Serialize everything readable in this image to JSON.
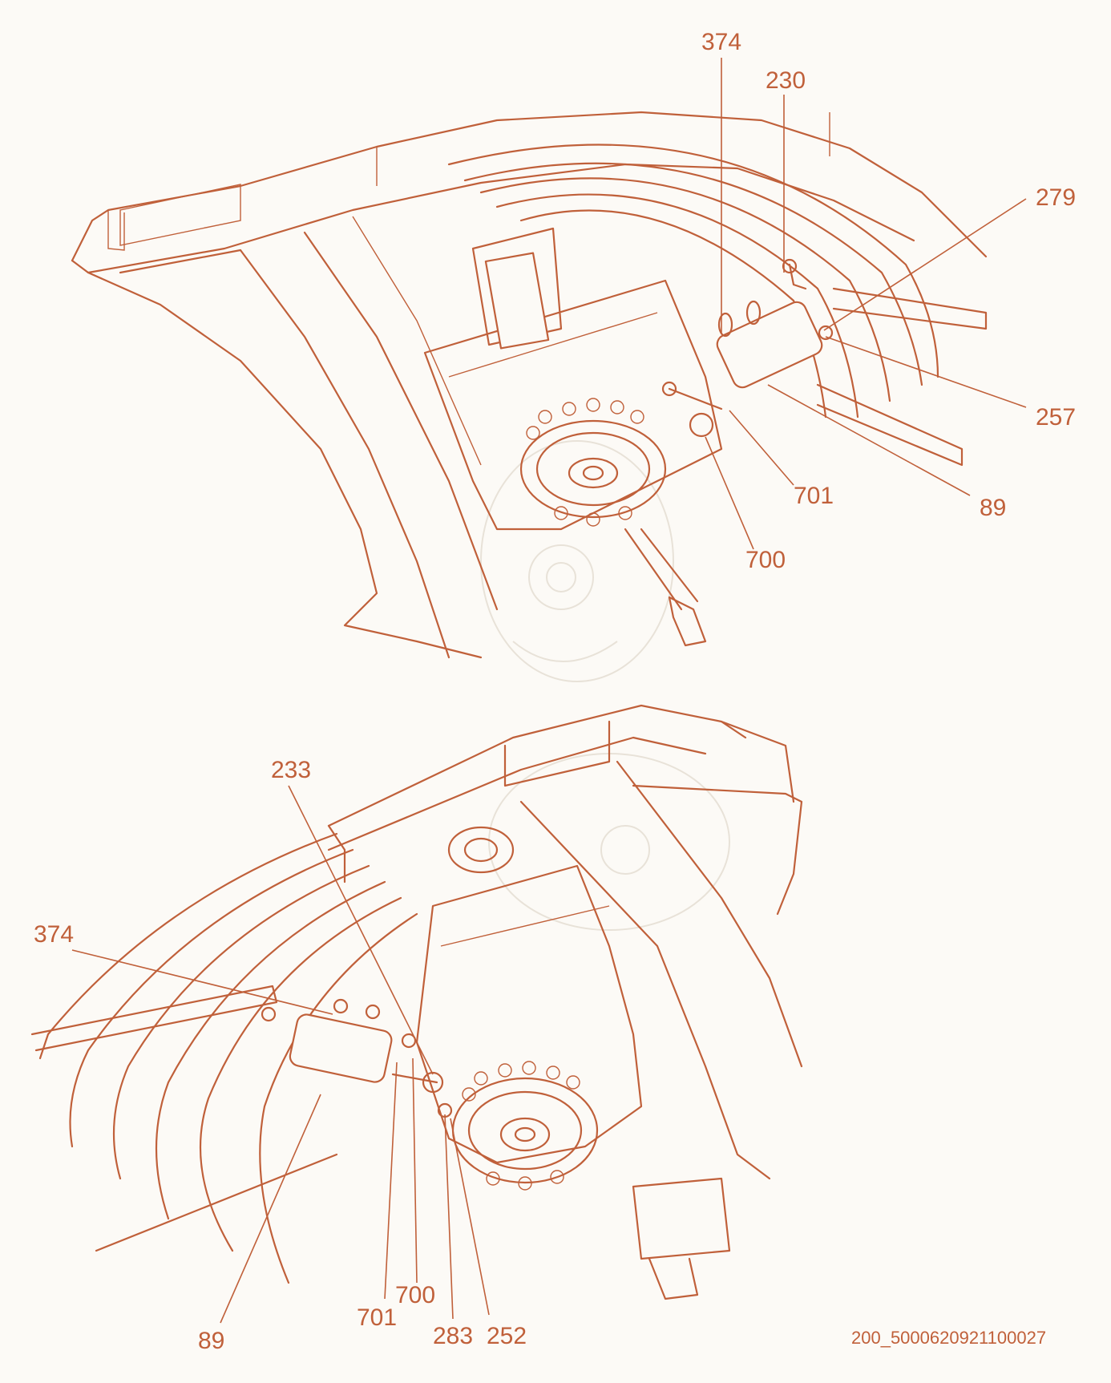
{
  "diagram": {
    "reference_code": "200_5000620921100027",
    "colors": {
      "line": "#c0603a",
      "background": "#fcfaf6",
      "watermark": "#e8e2d8"
    },
    "upper_view": {
      "callouts": [
        {
          "label": "374"
        },
        {
          "label": "230"
        },
        {
          "label": "279"
        },
        {
          "label": "257"
        },
        {
          "label": "89"
        },
        {
          "label": "701"
        },
        {
          "label": "700"
        }
      ]
    },
    "lower_view": {
      "callouts": [
        {
          "label": "233"
        },
        {
          "label": "374"
        },
        {
          "label": "700"
        },
        {
          "label": "701"
        },
        {
          "label": "89"
        },
        {
          "label": "283"
        },
        {
          "label": "252"
        }
      ]
    }
  }
}
